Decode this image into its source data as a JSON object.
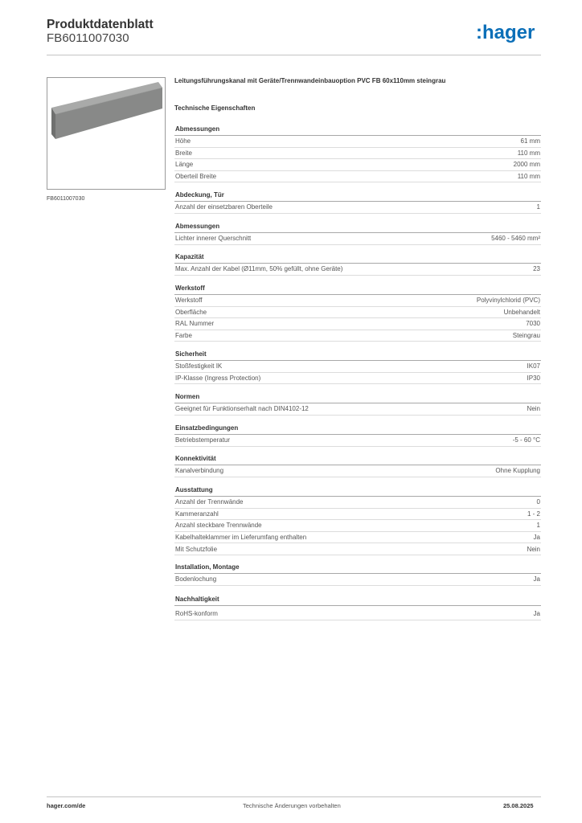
{
  "header": {
    "title": "Produktdatenblatt",
    "article_number": "FB6011007030",
    "logo_text": ":hager",
    "logo_color": "#0b6fb8"
  },
  "image_caption": "FB6011007030",
  "product_name": "Leitungsführungskanal mit Geräte/Trennwandeinbauoption PVC FB 60x110mm steingrau",
  "technical_heading": "Technische Eigenschaften",
  "sections": [
    {
      "title": "Abmessungen",
      "rows": [
        {
          "label": "Höhe",
          "value": "61 mm"
        },
        {
          "label": "Breite",
          "value": "110 mm"
        },
        {
          "label": "Länge",
          "value": "2000 mm"
        },
        {
          "label": "Oberteil Breite",
          "value": "110 mm"
        }
      ]
    },
    {
      "title": "Abdeckung, Tür",
      "rows": [
        {
          "label": "Anzahl der einsetzbaren Oberteile",
          "value": "1"
        }
      ]
    },
    {
      "title": "Abmessungen",
      "rows": [
        {
          "label": "Lichter innerer Querschnitt",
          "value": "5460 - 5460 mm²"
        }
      ]
    },
    {
      "title": "Kapazität",
      "rows": [
        {
          "label": "Max. Anzahl der Kabel (Ø11mm, 50% gefüllt, ohne Geräte)",
          "value": "23"
        }
      ]
    },
    {
      "title": "Werkstoff",
      "rows": [
        {
          "label": "Werkstoff",
          "value": "Polyvinylchlorid (PVC)"
        },
        {
          "label": "Oberfläche",
          "value": "Unbehandelt"
        },
        {
          "label": "RAL Nummer",
          "value": "7030"
        },
        {
          "label": "Farbe",
          "value": "Steingrau"
        }
      ]
    },
    {
      "title": "Sicherheit",
      "rows": [
        {
          "label": "Stoßfestigkeit IK",
          "value": "IK07"
        },
        {
          "label": "IP-Klasse (Ingress Protection)",
          "value": "IP30"
        }
      ]
    },
    {
      "title": "Normen",
      "rows": [
        {
          "label": "Geeignet für Funktionserhalt nach DIN4102-12",
          "value": "Nein"
        }
      ]
    },
    {
      "title": "Einsatzbedingungen",
      "rows": [
        {
          "label": "Betriebstemperatur",
          "value": "-5 - 60 °C"
        }
      ]
    },
    {
      "title": "Konnektivität",
      "rows": [
        {
          "label": "Kanalverbindung",
          "value": "Ohne Kupplung"
        }
      ]
    },
    {
      "title": "Ausstattung",
      "rows": [
        {
          "label": "Anzahl der Trennwände",
          "value": "0"
        },
        {
          "label": "Kammeranzahl",
          "value": "1 - 2"
        },
        {
          "label": "Anzahl steckbare Trennwände",
          "value": "1"
        },
        {
          "label": "Kabelhalteklammer im Lieferumfang enthalten",
          "value": "Ja"
        },
        {
          "label": "Mit Schutzfolie",
          "value": "Nein"
        }
      ]
    },
    {
      "title": "Installation, Montage",
      "rows": [
        {
          "label": "Bodenlochung",
          "value": "Ja"
        }
      ]
    },
    {
      "title": "Nachhaltigkeit",
      "rows": [
        {
          "label": "RoHS-konform",
          "value": "Ja"
        }
      ]
    }
  ],
  "footer": {
    "website": "hager.com/de",
    "note": "Technische Änderungen vorbehalten",
    "date": "25.08.2025"
  }
}
